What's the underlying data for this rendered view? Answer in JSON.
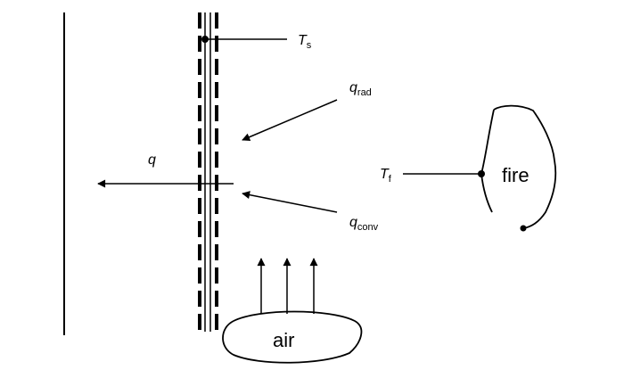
{
  "labels": {
    "surface_temp": {
      "symbol": "T",
      "subscript": "s"
    },
    "radiative_flux": {
      "symbol": "q",
      "subscript": "rad"
    },
    "heat_flux": {
      "symbol": "q",
      "subscript": ""
    },
    "convective_flux": {
      "symbol": "q",
      "subscript": "conv"
    },
    "fire_temp": {
      "symbol": "T",
      "subscript": "f"
    },
    "fire": "fire",
    "air": "air"
  },
  "colors": {
    "line": "#000000",
    "background": "#ffffff"
  }
}
